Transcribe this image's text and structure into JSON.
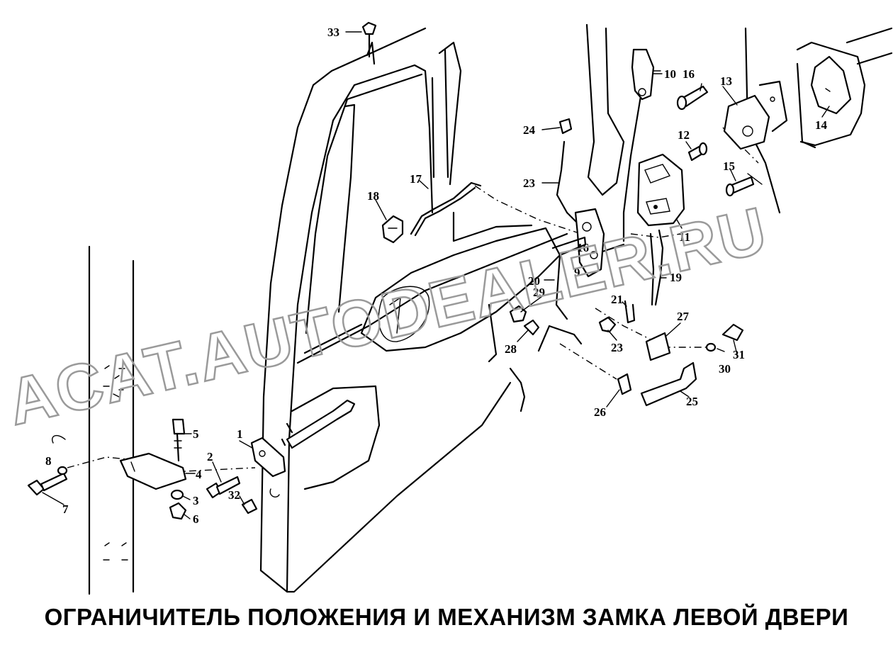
{
  "caption": "ОГРАНИЧИТЕЛЬ ПОЛОЖЕНИЯ И МЕХАНИЗМ ЗАМКА ЛЕВОЙ ДВЕРИ",
  "watermark": "ACAT.AUTODEALER.RU",
  "colors": {
    "ink": "#000000",
    "background": "#ffffff",
    "watermark": "#9a9a9a"
  },
  "callouts": {
    "c1": "1",
    "c2": "2",
    "c3": "3",
    "c4": "4",
    "c5": "5",
    "c6": "6",
    "c7": "7",
    "c8": "8",
    "c9": "9",
    "c10": "10",
    "c11": "11",
    "c12": "12",
    "c13": "13",
    "c14": "14",
    "c15": "15",
    "c16a": "16",
    "c16b": "16",
    "c17": "17",
    "c18": "18",
    "c19": "19",
    "c20": "20",
    "c21": "21",
    "c23a": "23",
    "c23b": "23",
    "c24": "24",
    "c25": "25",
    "c26": "26",
    "c27": "27",
    "c28": "28",
    "c29": "29",
    "c30": "30",
    "c31": "31",
    "c32": "32",
    "c33": "33"
  }
}
